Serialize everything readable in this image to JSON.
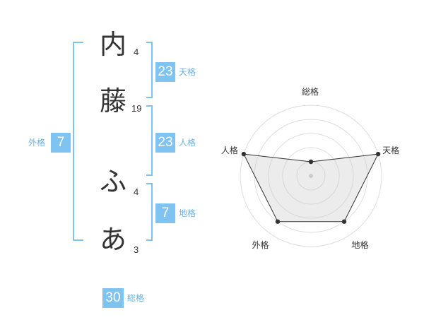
{
  "name_chars": [
    {
      "char": "内",
      "strokes": "4"
    },
    {
      "char": "藤",
      "strokes": "19"
    },
    {
      "char": "ふ",
      "strokes": "4"
    },
    {
      "char": "あ",
      "strokes": "3"
    }
  ],
  "fortunes": {
    "tenkaku": {
      "value": "23",
      "label": "天格"
    },
    "jinkaku": {
      "value": "23",
      "label": "人格"
    },
    "chikaku": {
      "value": "7",
      "label": "地格"
    },
    "gaikaku": {
      "value": "7",
      "label": "外格"
    },
    "soukaku": {
      "value": "30",
      "label": "総格"
    }
  },
  "colors": {
    "accent": "#7fc3f0",
    "text": "#333333",
    "ring": "#dddddd",
    "fill": "#eeeeee"
  },
  "chart_data": {
    "type": "radar",
    "axes": [
      "総格",
      "天格",
      "地格",
      "外格",
      "人格"
    ],
    "values": [
      0.2,
      1.0,
      0.8,
      0.8,
      1.0
    ],
    "max": 1.0,
    "rings": 5
  }
}
